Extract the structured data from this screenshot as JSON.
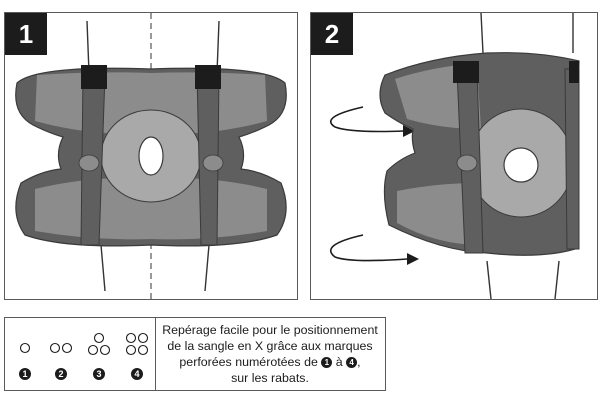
{
  "steps": [
    {
      "number": "1"
    },
    {
      "number": "2"
    }
  ],
  "legend": {
    "markers": [
      {
        "number": "1",
        "holes": 1
      },
      {
        "number": "2",
        "holes": 2
      },
      {
        "number": "3",
        "holes": 3
      },
      {
        "number": "4",
        "holes": 4
      }
    ],
    "text": {
      "line1": "Repérage facile pour le positionnement",
      "line2": "de la sangle en X grâce aux marques",
      "line3_before": "perforées numérotées de",
      "line3_from": "1",
      "line3_mid": "à",
      "line3_to": "4",
      "line3_after": ",",
      "line4": "sur les rabats."
    }
  },
  "colors": {
    "dark": "#5f5f5f",
    "mid": "#8c8c8c",
    "light": "#a9a9a9",
    "strap_top": "#1c1c1c",
    "outline": "#3a3a3a"
  }
}
